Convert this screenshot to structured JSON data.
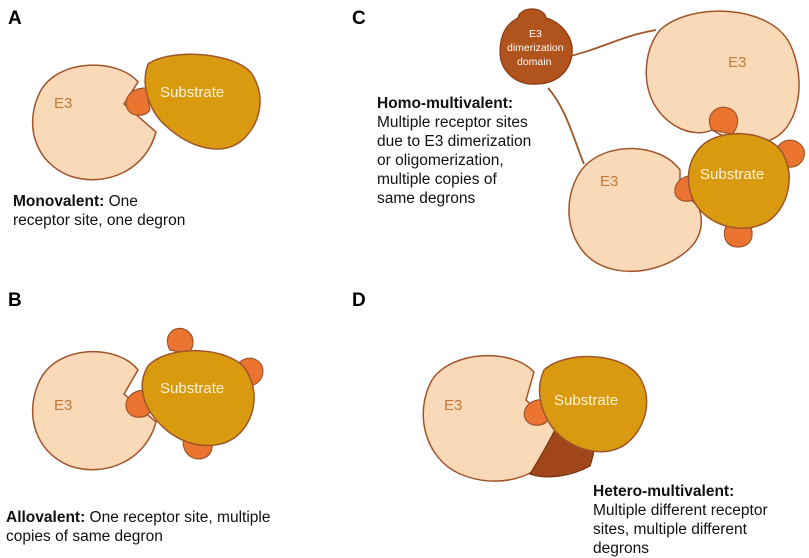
{
  "panels": {
    "a": {
      "letter": "A",
      "e3_label": "E3",
      "substrate_label": "Substrate",
      "caption_bold": "Monovalent:",
      "caption_line1_rest": " One",
      "caption_line2": "receptor site, one degron"
    },
    "b": {
      "letter": "B",
      "e3_label": "E3",
      "substrate_label": "Substrate",
      "caption_bold": "Allovalent:",
      "caption_line1_rest": " One receptor site, multiple",
      "caption_line2": "copies of same degron"
    },
    "c": {
      "letter": "C",
      "dimerization_line1": "E3",
      "dimerization_line2": "dimerization",
      "dimerization_line3": "domain",
      "e3_top_label": "E3",
      "e3_bottom_label": "E3",
      "substrate_label": "Substrate",
      "caption_bold": "Homo-multivalent:",
      "caption_lines": [
        "Multiple receptor sites",
        "due to E3 dimerization",
        "or oligomerization,",
        "multiple copies of",
        "same degrons"
      ]
    },
    "d": {
      "letter": "D",
      "e3_label": "E3",
      "substrate_label": "Substrate",
      "caption_bold": "Hetero-multivalent:",
      "caption_lines": [
        "Multiple different receptor",
        "sites, multiple different",
        "degrons"
      ]
    }
  },
  "colors": {
    "e3_fill": "#f9d9b8",
    "e3_stroke": "#a0552a",
    "substrate_fill": "#d99a10",
    "substrate_stroke": "#a0552a",
    "degron_fill": "#ea7430",
    "dimer_domain_fill": "#b0531c",
    "receptor2_fill": "#a0461a"
  }
}
